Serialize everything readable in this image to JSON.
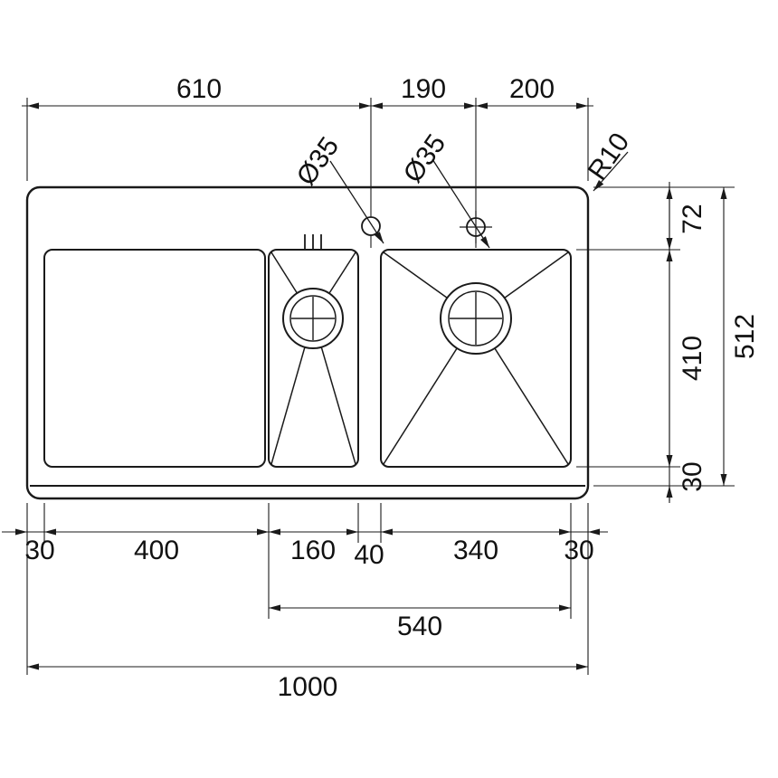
{
  "drawing": {
    "type": "kitchen sink top-view dimension drawing",
    "line_color": "#1a1a1a",
    "dims": {
      "top": {
        "left_to_hole1": "610",
        "hole1_to_hole2": "190",
        "hole2_to_right": "200"
      },
      "callouts": {
        "faucet_hole_1": "Ø35",
        "faucet_hole_2": "Ø35",
        "corner_radius": "R10"
      },
      "right": {
        "deck": "72",
        "bowl_depth_run": "410",
        "front_rim": "30",
        "overall_depth": "512"
      },
      "bottom": {
        "left_rim": "30",
        "drainboard": "400",
        "small_bowl": "160",
        "divider": "40",
        "large_bowl": "340",
        "right_rim": "30",
        "bowls_span": "540",
        "overall_width": "1000"
      }
    }
  }
}
